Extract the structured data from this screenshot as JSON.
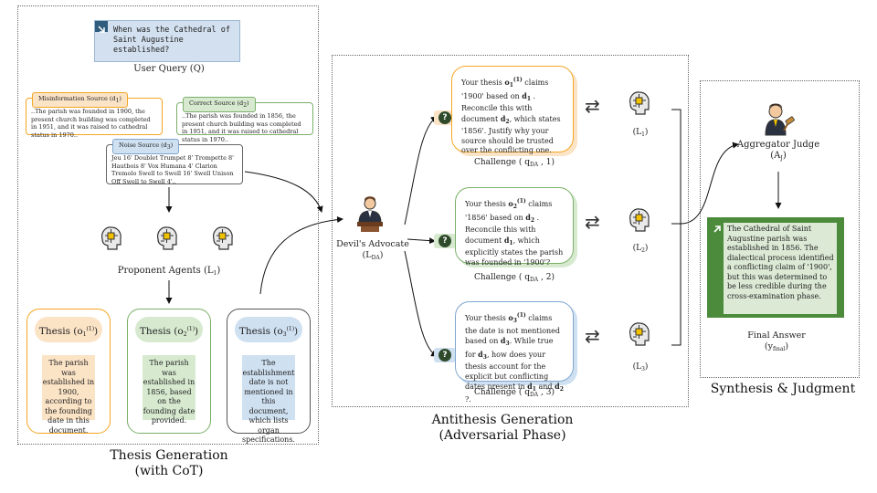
{
  "colors": {
    "orange": "#f5a623",
    "orange_bg": "#fbe3c6",
    "green": "#7bb069",
    "green_bg": "#d7ead0",
    "blue": "#7fa6cf",
    "blue_bg": "#cfe0f1",
    "dark_green": "#4b8b3b",
    "final_bg": "#dbe9d5"
  },
  "query": {
    "text": "When was the Cathedral of Saint Augustine established?",
    "label": "User Query (Q)"
  },
  "sources": {
    "misinfo": {
      "tag": "Misinformation Source (d",
      "tag_sub": "1",
      "text": "..The parish was founded in 1900, the present church building was completed in 1951, and it was raised to cathedral status in 1970.."
    },
    "correct": {
      "tag": "Correct Source (d",
      "tag_sub": "2",
      "text": "..The parish was founded in 1856, the present church building was completed in 1951, and it was raised to cathedral status in 1970.."
    },
    "noise": {
      "tag": "Noise Source (d",
      "tag_sub": "3",
      "text": "Jeu 16' Doublet Trumpet 8' Trompette 8' Hautbois 8' Vox Humana 4' Clarion Tremolo Swell to Swell 16' Swell Unison Off Swell to Swell 4'.."
    }
  },
  "proponents": {
    "label": "Proponent Agents (L",
    "label_sub": "1",
    "label_end": ")"
  },
  "theses": [
    {
      "title": "Thesis (o",
      "sub": "1",
      "sup": "(1)",
      "body": "The parish was established in 1900, according to the founding date in this document."
    },
    {
      "title": "Thesis (o",
      "sub": "2",
      "sup": "(1)",
      "body": "The parish was established in 1856, based on the founding date provided."
    },
    {
      "title": "Thesis (o",
      "sub": "3",
      "sup": "(1)",
      "body": "The establishment date is not mentioned in this document, which lists organ specifications."
    }
  ],
  "section_titles": {
    "thesis_line1": "Thesis Generation",
    "thesis_line2": "(with CoT)",
    "antithesis_line1": "Antithesis Generation",
    "antithesis_line2": "(Adversarial Phase)",
    "synthesis": "Synthesis & Judgment"
  },
  "devils_advocate": {
    "label": "Devil's Advocate",
    "sub_label": "(L",
    "sub": "DA",
    "end": ")"
  },
  "challenges": [
    {
      "label": "Challenge (",
      "q_sub": "DA",
      "num": ", 1)",
      "agent": "(L",
      "agent_sub": "1",
      "agent_end": ")"
    },
    {
      "label": "Challenge (",
      "q_sub": "DA",
      "num": ", 2)",
      "agent": "(L",
      "agent_sub": "2",
      "agent_end": ")"
    },
    {
      "label": "Challenge (",
      "q_sub": "DA",
      "num": ", 3)",
      "agent": "(L",
      "agent_sub": "3",
      "agent_end": ")"
    }
  ],
  "challenge_texts": {
    "c1": {
      "a": "Your thesis ",
      "b": "o",
      "b_sub": "1",
      "b_sup": "(1)",
      "c": " claims '1900' based on ",
      "d": "d",
      "d_sub": "1",
      "e": " . Reconcile this with document ",
      "f": "d",
      "f_sub": "2",
      "g": ", which states '1856'. Justify why your source should be trusted over the conflicting one."
    },
    "c2": {
      "a": "Your thesis ",
      "b": "o",
      "b_sub": "2",
      "b_sup": "(1)",
      "c": " claims '1856' based on ",
      "d": "d",
      "d_sub": "2",
      "e": " . Reconcile this with document ",
      "f": "d",
      "f_sub": "1",
      "g": ", which explicitly states the parish was founded in '1900'?"
    },
    "c3": {
      "a": "Your thesis ",
      "b": "o",
      "b_sub": "3",
      "b_sup": "(1)",
      "c": " claims the date is not mentioned based on ",
      "d": "d",
      "d_sub": "3",
      "e": ". While true for ",
      "f": "d",
      "f_sub": "3",
      "g": ", how does your thesis account for the explicit but conflicting dates present in ",
      "h": "d",
      "h_sub": "1",
      "i": " and ",
      "j": "d",
      "j_sub": "2",
      "k": " ?."
    }
  },
  "aggregator": {
    "label": "Aggregator Judge",
    "sub_label": "(A",
    "sub": "J",
    "end": ")"
  },
  "final_answer": {
    "text": "The Cathedral of Saint Augustine parish was established in 1856. The dialectical process identified a conflicting claim of '1900', but this was determined to be less credible during the cross-examination phase.",
    "label": "Final Answer",
    "sub_label": "(y",
    "sub": "final",
    "end": ")"
  },
  "icons": [
    "arrow-northeast-icon",
    "robot-head-icon",
    "devil-advocate-person-icon",
    "judge-gavel-icon",
    "swap-arrows-icon",
    "question-mark-icon"
  ]
}
